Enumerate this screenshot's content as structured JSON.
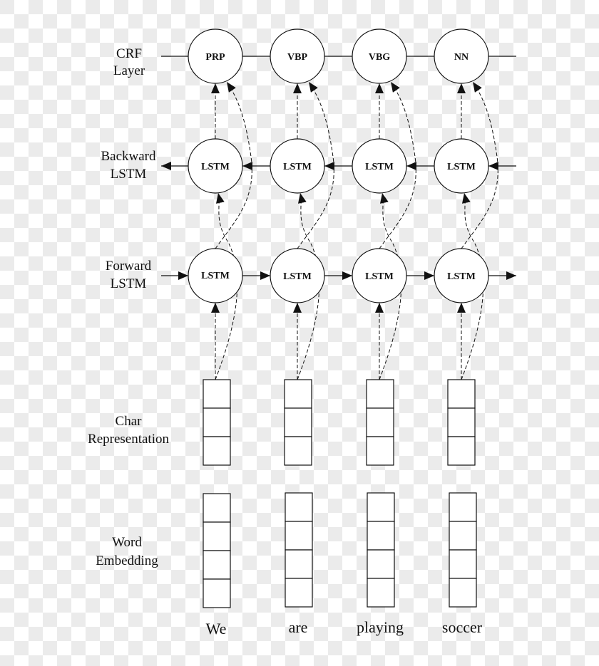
{
  "layers": {
    "crf": {
      "line1": "CRF",
      "line2": "Layer"
    },
    "backward": {
      "line1": "Backward",
      "line2": "LSTM"
    },
    "forward": {
      "line1": "Forward",
      "line2": "LSTM"
    },
    "char": {
      "line1": "Char",
      "line2": "Representation"
    },
    "word": {
      "line1": "Word",
      "line2": "Embedding"
    }
  },
  "columns": [
    {
      "word": "We",
      "tag": "PRP",
      "lstm_label": "LSTM"
    },
    {
      "word": "are",
      "tag": "VBP",
      "lstm_label": "LSTM"
    },
    {
      "word": "playing",
      "tag": "VBG",
      "lstm_label": "LSTM"
    },
    {
      "word": "soccer",
      "tag": "NN",
      "lstm_label": "LSTM"
    }
  ],
  "char_cells": 3,
  "word_cells": 4,
  "colors": {
    "stroke": "#111111",
    "node_fill": "#ffffff"
  }
}
